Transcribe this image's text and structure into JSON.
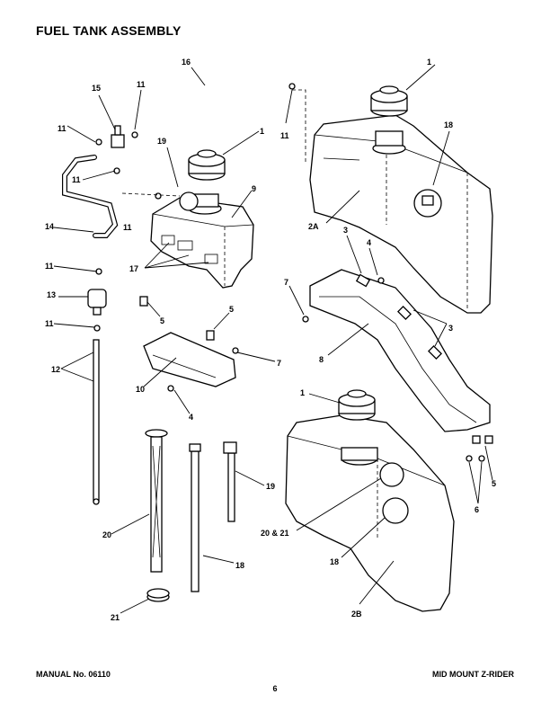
{
  "header": {
    "title": "FUEL TANK ASSEMBLY"
  },
  "footer": {
    "manual": "MANUAL No. 06110",
    "model": "MID MOUNT Z-RIDER",
    "page": "6"
  },
  "callouts": {
    "c1_top": "1",
    "c18_top": "18",
    "c16": "16",
    "c15": "15",
    "c11_a": "11",
    "c11_b": "11",
    "c11_c": "11",
    "c11_d": "11",
    "c11_e": "11",
    "c19_mid": "19",
    "c1_mid": "1",
    "c9": "9",
    "c14": "14",
    "c2A": "2A",
    "c3_a": "3",
    "c4_top": "4",
    "c17": "17",
    "c11_f": "11",
    "c7_a": "7",
    "c13": "13",
    "c5_a": "5",
    "c5_b": "5",
    "c11_g": "11",
    "c12": "12",
    "c7_b": "7",
    "c8": "8",
    "c3_b": "3",
    "c10": "10",
    "c4_bot": "4",
    "c1_bot": "1",
    "c5_c": "5",
    "c19_bot": "19",
    "c20": "20",
    "c20_21": "20 & 21",
    "c6": "6",
    "c18_bot": "18",
    "c18_tube": "18",
    "c21": "21",
    "c2B": "2B"
  }
}
